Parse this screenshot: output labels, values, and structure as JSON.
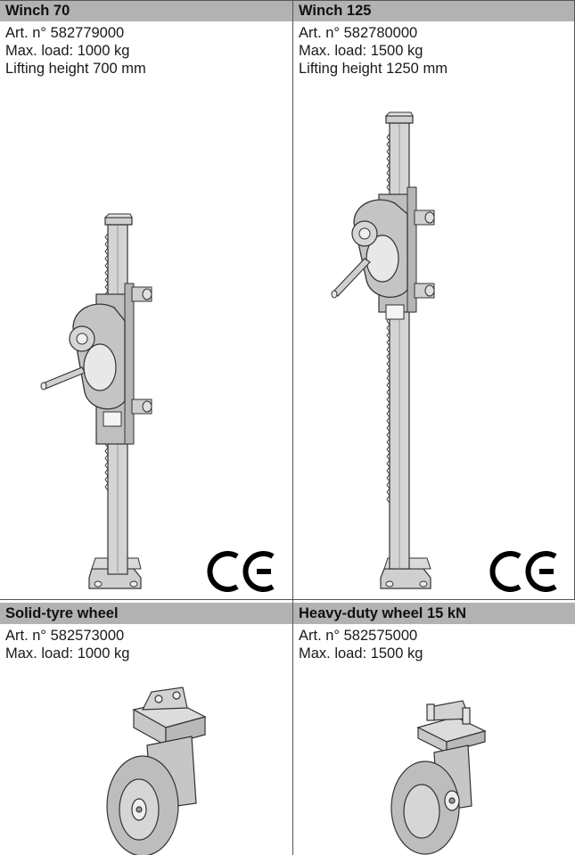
{
  "products": [
    {
      "title": "Winch 70",
      "lines": [
        "Art. n° 582779000",
        "Max. load: 1000 kg",
        "Lifting height 700 mm"
      ],
      "badge": "CE",
      "illustration": "rack-winch-icon"
    },
    {
      "title": "Winch 125",
      "lines": [
        "Art. n° 582780000",
        "Max. load: 1500 kg",
        "Lifting height 1250 mm"
      ],
      "badge": "CE",
      "illustration": "rack-winch-icon"
    },
    {
      "title": "Solid-tyre wheel",
      "lines": [
        "Art. n° 582573000",
        "Max. load: 1000 kg"
      ],
      "illustration": "caster-wheel-icon"
    },
    {
      "title": "Heavy-duty wheel 15 kN",
      "lines": [
        "Art. n° 582575000",
        "Max. load: 1500 kg"
      ],
      "illustration": "caster-wheel-icon"
    }
  ],
  "colors": {
    "header_bg": "#b2b2b2",
    "border": "#555555",
    "metal": "#c8c8c8"
  }
}
